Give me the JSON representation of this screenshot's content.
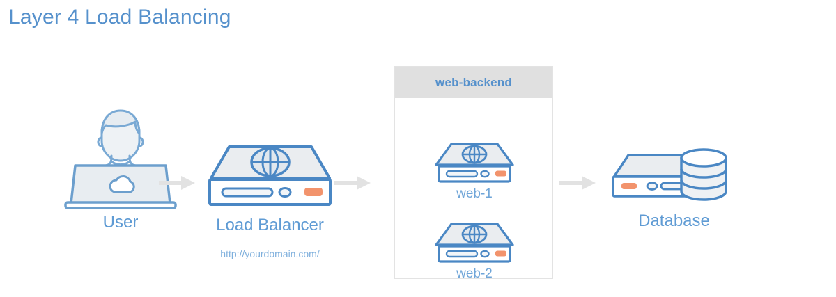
{
  "title": "Layer 4 Load Balancing",
  "colors": {
    "title": "#5691cc",
    "label": "#5f9bd4",
    "stroke": "#4a87c4",
    "fill_light": "#eceff1",
    "led_orange": "#f2936c",
    "group_header_bg": "#e0e0e0",
    "group_border": "#e3e3e3",
    "arrow": "#e2e2e2"
  },
  "nodes": {
    "user": {
      "label": "User",
      "icon": "user-laptop-icon"
    },
    "load_balancer": {
      "label": "Load Balancer",
      "url": "http://yourdomain.com/",
      "icon": "server-globe-icon"
    },
    "database": {
      "label": "Database",
      "icon": "database-server-icon"
    }
  },
  "group": {
    "title": "web-backend",
    "servers": [
      {
        "label": "web-1",
        "icon": "server-globe-icon"
      },
      {
        "label": "web-2",
        "icon": "server-globe-icon"
      }
    ]
  },
  "arrows": [
    {
      "name": "user-to-load-balancer"
    },
    {
      "name": "load-balancer-to-web-backend"
    },
    {
      "name": "web-backend-to-database"
    }
  ]
}
